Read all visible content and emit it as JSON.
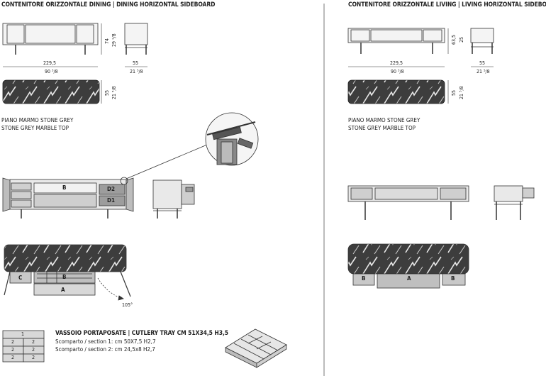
{
  "left": {
    "title": "CONTENITORE ORIZZONTALE DINING | DINING HORIZONTAL SIDEBOARD",
    "dims": {
      "height_cm": "74",
      "height_in": "29 ¹/8",
      "width_cm": "229,5",
      "width_in": "90 ³/8",
      "depth_cm": "55",
      "depth_in": "21 ⁵/8",
      "top_depth_cm": "55",
      "top_depth_in": "21 ⁵/8"
    },
    "top_label_it": "PIANO MARMO STONE GREY",
    "top_label_en": "STONE GREY MARBLE TOP",
    "sections": {
      "b": "B",
      "d2": "D2",
      "d1": "D1",
      "a": "A",
      "c": "C",
      "b2": "B"
    },
    "angle": "105°",
    "tray": {
      "title": "VASSOIO PORTAPOSATE | CUTLERY TRAY CM 51X34,5 H3,5",
      "line1": "Scomparto / section 1: cm 50X7,5 H2,7",
      "line2": "Scomparto / section 2: cm 24,5x8 H2,7",
      "cell1": "1",
      "cells2": [
        "2",
        "2",
        "2",
        "2",
        "2",
        "2"
      ]
    }
  },
  "right": {
    "title": "CONTENITORE ORIZZONTALE LIVING | LIVING HORIZONTAL SIDEBOARD",
    "dims": {
      "height_cm": "63,5",
      "height_in": "25",
      "width_cm": "229,5",
      "width_in": "90 ³/8",
      "depth_cm": "55",
      "depth_in": "21 ⁵/8",
      "top_depth_cm": "55",
      "top_depth_in": "21 ⁵/8"
    },
    "top_label_it": "PIANO MARMO STONE GREY",
    "top_label_en": "STONE GREY MARBLE TOP",
    "sections": {
      "b1": "B",
      "a": "A",
      "b2": "B"
    }
  },
  "colors": {
    "line": "#333333",
    "marble": "#3d3d3d",
    "panel": "#d6d6d6",
    "panel_dark": "#9a9a9a"
  }
}
